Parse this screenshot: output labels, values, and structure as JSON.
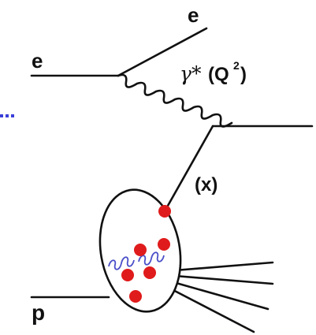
{
  "labels": {
    "electron_out": "e",
    "electron_in": "e",
    "photon": "γ*",
    "q_open": "(Q",
    "q_exp": "2",
    "q_close": ")",
    "x_fraction": "(x)",
    "proton": "p"
  },
  "colors": {
    "line": "#111111",
    "parton": "#e01b1b",
    "gluon": "#4a4fc8",
    "dots": "#3a3fd8"
  },
  "icons": {
    "gluon": "gluon-spring-icon",
    "leader": "dotted-leader-icon"
  }
}
